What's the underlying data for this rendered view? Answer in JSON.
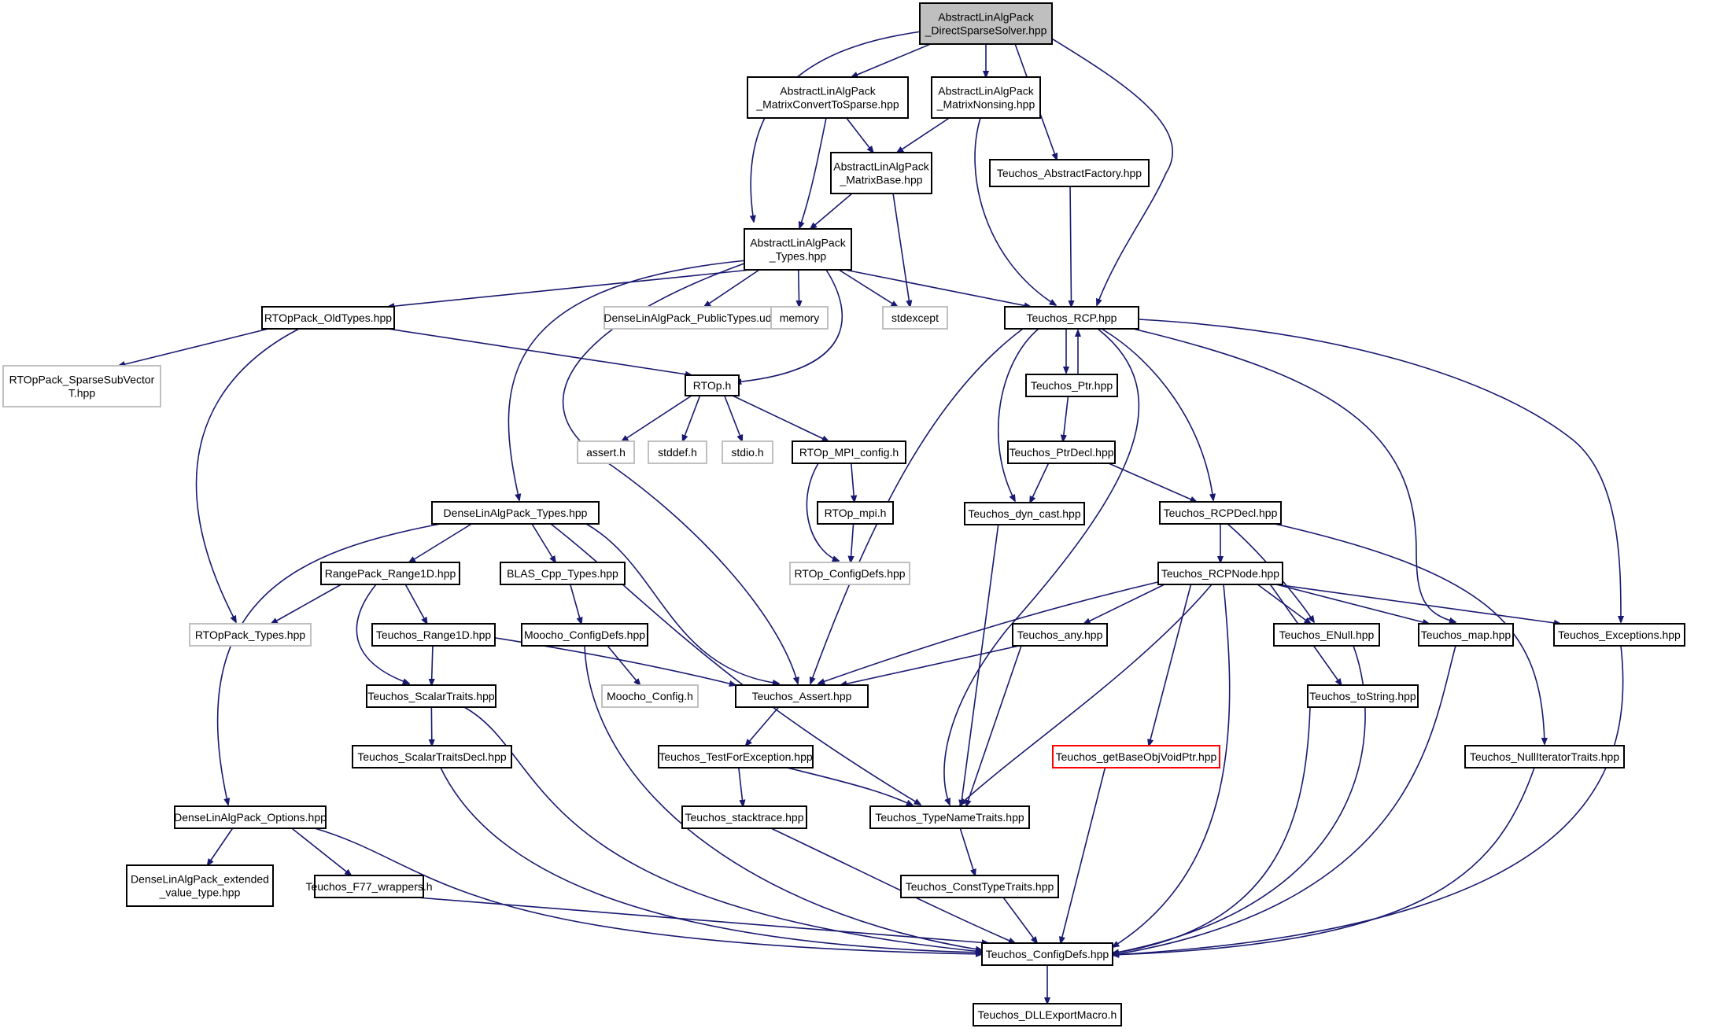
{
  "graph": {
    "nodes": [
      {
        "id": "root",
        "label": [
          "AbstractLinAlgPack",
          "_DirectSparseSolver.hpp"
        ],
        "style": "root"
      },
      {
        "id": "mcts",
        "label": [
          "AbstractLinAlgPack",
          "_MatrixConvertToSparse.hpp"
        ],
        "style": "normal"
      },
      {
        "id": "mnons",
        "label": [
          "AbstractLinAlgPack",
          "_MatrixNonsing.hpp"
        ],
        "style": "normal"
      },
      {
        "id": "mbase",
        "label": [
          "AbstractLinAlgPack",
          "_MatrixBase.hpp"
        ],
        "style": "normal"
      },
      {
        "id": "absfac",
        "label": [
          "Teuchos_AbstractFactory.hpp"
        ],
        "style": "normal"
      },
      {
        "id": "types",
        "label": [
          "AbstractLinAlgPack",
          "_Types.hpp"
        ],
        "style": "normal"
      },
      {
        "id": "rtoldtypes",
        "label": [
          "RTOpPack_OldTypes.hpp"
        ],
        "style": "normal"
      },
      {
        "id": "dlapub",
        "label": [
          "DenseLinAlgPack_PublicTypes.ud"
        ],
        "style": "external"
      },
      {
        "id": "memory",
        "label": [
          "memory"
        ],
        "style": "external"
      },
      {
        "id": "stdexcept",
        "label": [
          "stdexcept"
        ],
        "style": "external"
      },
      {
        "id": "rcp",
        "label": [
          "Teuchos_RCP.hpp"
        ],
        "style": "normal"
      },
      {
        "id": "sparsesub",
        "label": [
          "RTOpPack_SparseSubVector",
          "T.hpp"
        ],
        "style": "external"
      },
      {
        "id": "rtoph",
        "label": [
          "RTOp.h"
        ],
        "style": "normal"
      },
      {
        "id": "ptr",
        "label": [
          "Teuchos_Ptr.hpp"
        ],
        "style": "normal"
      },
      {
        "id": "asserth",
        "label": [
          "assert.h"
        ],
        "style": "external"
      },
      {
        "id": "stddef",
        "label": [
          "stddef.h"
        ],
        "style": "external"
      },
      {
        "id": "stdio",
        "label": [
          "stdio.h"
        ],
        "style": "external"
      },
      {
        "id": "mpiconfig",
        "label": [
          "RTOp_MPI_config.h"
        ],
        "style": "normal"
      },
      {
        "id": "ptrdecl",
        "label": [
          "Teuchos_PtrDecl.hpp"
        ],
        "style": "normal"
      },
      {
        "id": "dlatypes",
        "label": [
          "DenseLinAlgPack_Types.hpp"
        ],
        "style": "normal"
      },
      {
        "id": "rtopmpi",
        "label": [
          "RTOp_mpi.h"
        ],
        "style": "normal"
      },
      {
        "id": "dyncast",
        "label": [
          "Teuchos_dyn_cast.hpp"
        ],
        "style": "normal"
      },
      {
        "id": "rcpdecl",
        "label": [
          "Teuchos_RCPDecl.hpp"
        ],
        "style": "normal"
      },
      {
        "id": "range1d",
        "label": [
          "RangePack_Range1D.hpp"
        ],
        "style": "normal"
      },
      {
        "id": "blas",
        "label": [
          "BLAS_Cpp_Types.hpp"
        ],
        "style": "normal"
      },
      {
        "id": "rtopconfig",
        "label": [
          "RTOp_ConfigDefs.hpp"
        ],
        "style": "external"
      },
      {
        "id": "rcpnode",
        "label": [
          "Teuchos_RCPNode.hpp"
        ],
        "style": "normal"
      },
      {
        "id": "rtoppacktypes",
        "label": [
          "RTOpPack_Types.hpp"
        ],
        "style": "external"
      },
      {
        "id": "trange1d",
        "label": [
          "Teuchos_Range1D.hpp"
        ],
        "style": "normal"
      },
      {
        "id": "moochocfg",
        "label": [
          "Moocho_ConfigDefs.hpp"
        ],
        "style": "normal"
      },
      {
        "id": "any",
        "label": [
          "Teuchos_any.hpp"
        ],
        "style": "normal"
      },
      {
        "id": "enull",
        "label": [
          "Teuchos_ENull.hpp"
        ],
        "style": "normal"
      },
      {
        "id": "map",
        "label": [
          "Teuchos_map.hpp"
        ],
        "style": "normal"
      },
      {
        "id": "exceptions",
        "label": [
          "Teuchos_Exceptions.hpp"
        ],
        "style": "normal"
      },
      {
        "id": "scalartraits",
        "label": [
          "Teuchos_ScalarTraits.hpp"
        ],
        "style": "normal"
      },
      {
        "id": "moochoconfigh",
        "label": [
          "Moocho_Config.h"
        ],
        "style": "external"
      },
      {
        "id": "tassert",
        "label": [
          "Teuchos_Assert.hpp"
        ],
        "style": "normal"
      },
      {
        "id": "tostring",
        "label": [
          "Teuchos_toString.hpp"
        ],
        "style": "normal"
      },
      {
        "id": "scalartraitsdecl",
        "label": [
          "Teuchos_ScalarTraitsDecl.hpp"
        ],
        "style": "normal"
      },
      {
        "id": "testforexc",
        "label": [
          "Teuchos_TestForException.hpp"
        ],
        "style": "normal"
      },
      {
        "id": "getbase",
        "label": [
          "Teuchos_getBaseObjVoidPtr.hpp"
        ],
        "style": "highlight"
      },
      {
        "id": "nulliter",
        "label": [
          "Teuchos_NullIteratorTraits.hpp"
        ],
        "style": "normal"
      },
      {
        "id": "dlaoptions",
        "label": [
          "DenseLinAlgPack_Options.hpp"
        ],
        "style": "normal"
      },
      {
        "id": "stacktrace",
        "label": [
          "Teuchos_stacktrace.hpp"
        ],
        "style": "normal"
      },
      {
        "id": "typenametraits",
        "label": [
          "Teuchos_TypeNameTraits.hpp"
        ],
        "style": "normal"
      },
      {
        "id": "extvalue",
        "label": [
          "DenseLinAlgPack_extended",
          "_value_type.hpp"
        ],
        "style": "normal"
      },
      {
        "id": "f77",
        "label": [
          "Teuchos_F77_wrappers.h"
        ],
        "style": "normal"
      },
      {
        "id": "consttypetraits",
        "label": [
          "Teuchos_ConstTypeTraits.hpp"
        ],
        "style": "normal"
      },
      {
        "id": "tconfigdefs",
        "label": [
          "Teuchos_ConfigDefs.hpp"
        ],
        "style": "normal"
      },
      {
        "id": "dllexport",
        "label": [
          "Teuchos_DLLExportMacro.h"
        ],
        "style": "normal"
      }
    ],
    "edges": [
      [
        "root",
        "types"
      ],
      [
        "root",
        "mcts"
      ],
      [
        "root",
        "mnons"
      ],
      [
        "root",
        "absfac"
      ],
      [
        "root",
        "rcp"
      ],
      [
        "mcts",
        "types"
      ],
      [
        "mcts",
        "mbase"
      ],
      [
        "mnons",
        "mbase"
      ],
      [
        "mnons",
        "rcp"
      ],
      [
        "mbase",
        "types"
      ],
      [
        "mbase",
        "stdexcept"
      ],
      [
        "absfac",
        "rcp"
      ],
      [
        "types",
        "rtoldtypes"
      ],
      [
        "types",
        "dlapub"
      ],
      [
        "types",
        "memory"
      ],
      [
        "types",
        "stdexcept"
      ],
      [
        "types",
        "rcp"
      ],
      [
        "types",
        "rtoph"
      ],
      [
        "types",
        "dlatypes"
      ],
      [
        "types",
        "tassert"
      ],
      [
        "rtoldtypes",
        "sparsesub"
      ],
      [
        "rtoldtypes",
        "rtoph"
      ],
      [
        "rtoldtypes",
        "rtoppacktypes"
      ],
      [
        "rtoph",
        "asserth"
      ],
      [
        "rtoph",
        "stddef"
      ],
      [
        "rtoph",
        "stdio"
      ],
      [
        "rtoph",
        "mpiconfig"
      ],
      [
        "mpiconfig",
        "rtopmpi"
      ],
      [
        "mpiconfig",
        "rtopconfig"
      ],
      [
        "rtopmpi",
        "rtopconfig"
      ],
      [
        "rcp",
        "ptr"
      ],
      [
        "ptr",
        "rcp"
      ],
      [
        "rcp",
        "dyncast"
      ],
      [
        "rcp",
        "rcpdecl"
      ],
      [
        "rcp",
        "tassert"
      ],
      [
        "rcp",
        "typenametraits"
      ],
      [
        "rcp",
        "map"
      ],
      [
        "rcp",
        "exceptions"
      ],
      [
        "ptr",
        "ptrdecl"
      ],
      [
        "ptrdecl",
        "dyncast"
      ],
      [
        "ptrdecl",
        "rcpdecl"
      ],
      [
        "dyncast",
        "typenametraits"
      ],
      [
        "rcpdecl",
        "rcpnode"
      ],
      [
        "rcpdecl",
        "enull"
      ],
      [
        "rcpdecl",
        "nulliter"
      ],
      [
        "rcpnode",
        "tassert"
      ],
      [
        "rcpnode",
        "any"
      ],
      [
        "rcpnode",
        "typenametraits"
      ],
      [
        "rcpnode",
        "getbase"
      ],
      [
        "rcpnode",
        "tconfigdefs"
      ],
      [
        "rcpnode",
        "tostring"
      ],
      [
        "rcpnode",
        "enull"
      ],
      [
        "rcpnode",
        "map"
      ],
      [
        "rcpnode",
        "exceptions"
      ],
      [
        "dlatypes",
        "dlaoptions"
      ],
      [
        "dlatypes",
        "range1d"
      ],
      [
        "dlatypes",
        "blas"
      ],
      [
        "dlatypes",
        "tassert"
      ],
      [
        "dlatypes",
        "typenametraits"
      ],
      [
        "range1d",
        "rtoppacktypes"
      ],
      [
        "range1d",
        "trange1d"
      ],
      [
        "range1d",
        "scalartraits"
      ],
      [
        "trange1d",
        "scalartraits"
      ],
      [
        "trange1d",
        "tassert"
      ],
      [
        "blas",
        "moochocfg"
      ],
      [
        "moochocfg",
        "moochoconfigh"
      ],
      [
        "moochocfg",
        "tconfigdefs"
      ],
      [
        "any",
        "tassert"
      ],
      [
        "any",
        "typenametraits"
      ],
      [
        "scalartraits",
        "scalartraitsdecl"
      ],
      [
        "scalartraits",
        "tconfigdefs"
      ],
      [
        "scalartraitsdecl",
        "tconfigdefs"
      ],
      [
        "tassert",
        "testforexc"
      ],
      [
        "testforexc",
        "stacktrace"
      ],
      [
        "testforexc",
        "typenametraits"
      ],
      [
        "stacktrace",
        "tconfigdefs"
      ],
      [
        "typenametraits",
        "consttypetraits"
      ],
      [
        "consttypetraits",
        "tconfigdefs"
      ],
      [
        "enull",
        "tconfigdefs"
      ],
      [
        "map",
        "tconfigdefs"
      ],
      [
        "exceptions",
        "tconfigdefs"
      ],
      [
        "tostring",
        "tconfigdefs"
      ],
      [
        "getbase",
        "tconfigdefs"
      ],
      [
        "nulliter",
        "tconfigdefs"
      ],
      [
        "dlaoptions",
        "extvalue"
      ],
      [
        "dlaoptions",
        "f77"
      ],
      [
        "dlaoptions",
        "tconfigdefs"
      ],
      [
        "f77",
        "tconfigdefs"
      ],
      [
        "tconfigdefs",
        "dllexport"
      ]
    ]
  }
}
